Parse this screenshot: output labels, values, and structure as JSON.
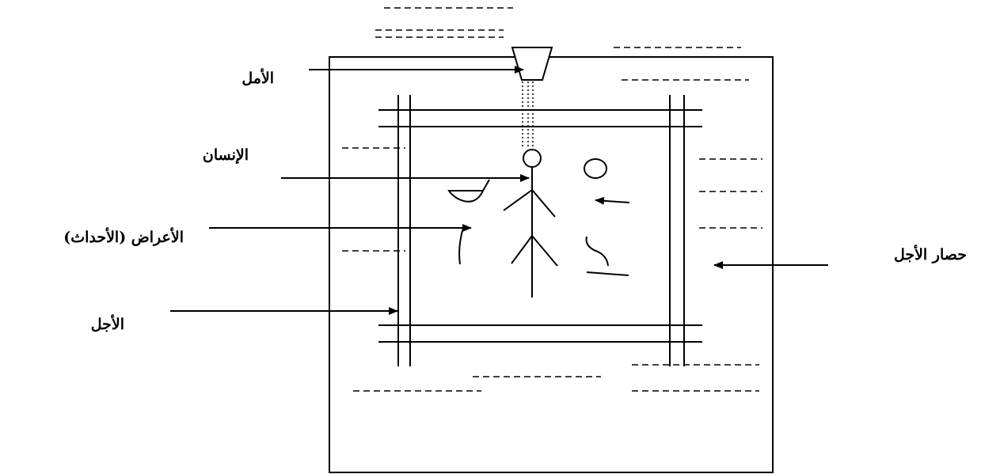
{
  "labels": {
    "hope": "الأمل",
    "human": "الإنسان",
    "symptoms": "الأعراض (الأحداث)",
    "term": "الأجل",
    "siege": "حصار الأجل"
  },
  "colors": {
    "ink": "#000000",
    "background": "#ffffff"
  },
  "icons": {
    "hope_vessel": "trapezoid-vessel",
    "human_figure": "stick-figure"
  }
}
